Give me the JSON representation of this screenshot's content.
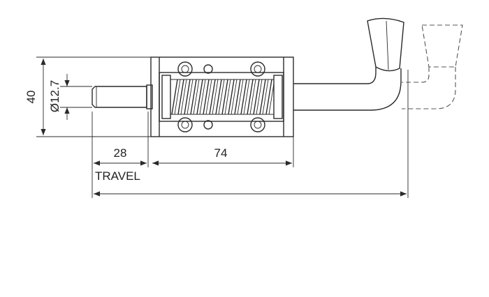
{
  "dimensions": {
    "height": "40",
    "pin_diameter": "Ø12.7",
    "travel_value": "28",
    "travel_label": "TRAVEL",
    "body_length": "74"
  },
  "colors": {
    "line": "#2a2a2a",
    "background": "#ffffff"
  }
}
